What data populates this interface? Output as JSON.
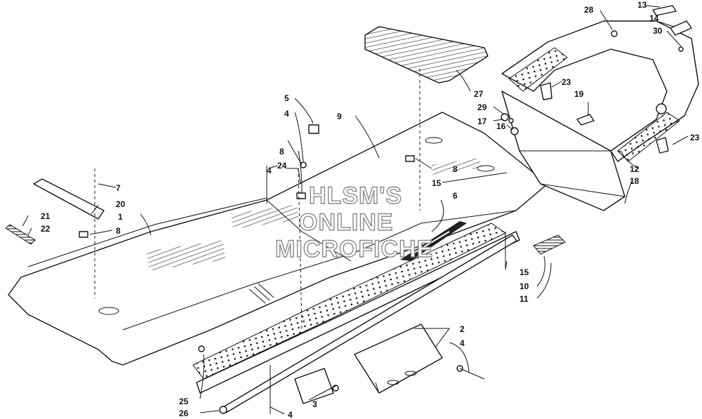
{
  "watermark": {
    "line1": "HLSM'S",
    "line2": "ONLINE",
    "line3": "MICROFICHE"
  },
  "callouts": [
    "1",
    "2",
    "3",
    "4",
    "4",
    "4",
    "4",
    "5",
    "6",
    "7",
    "8",
    "8",
    "8",
    "9",
    "10",
    "11",
    "12",
    "13",
    "14",
    "15",
    "15",
    "16",
    "17",
    "18",
    "19",
    "20",
    "21",
    "22",
    "23",
    "23",
    "24",
    "25",
    "26",
    "27",
    "28",
    "29",
    "30"
  ]
}
